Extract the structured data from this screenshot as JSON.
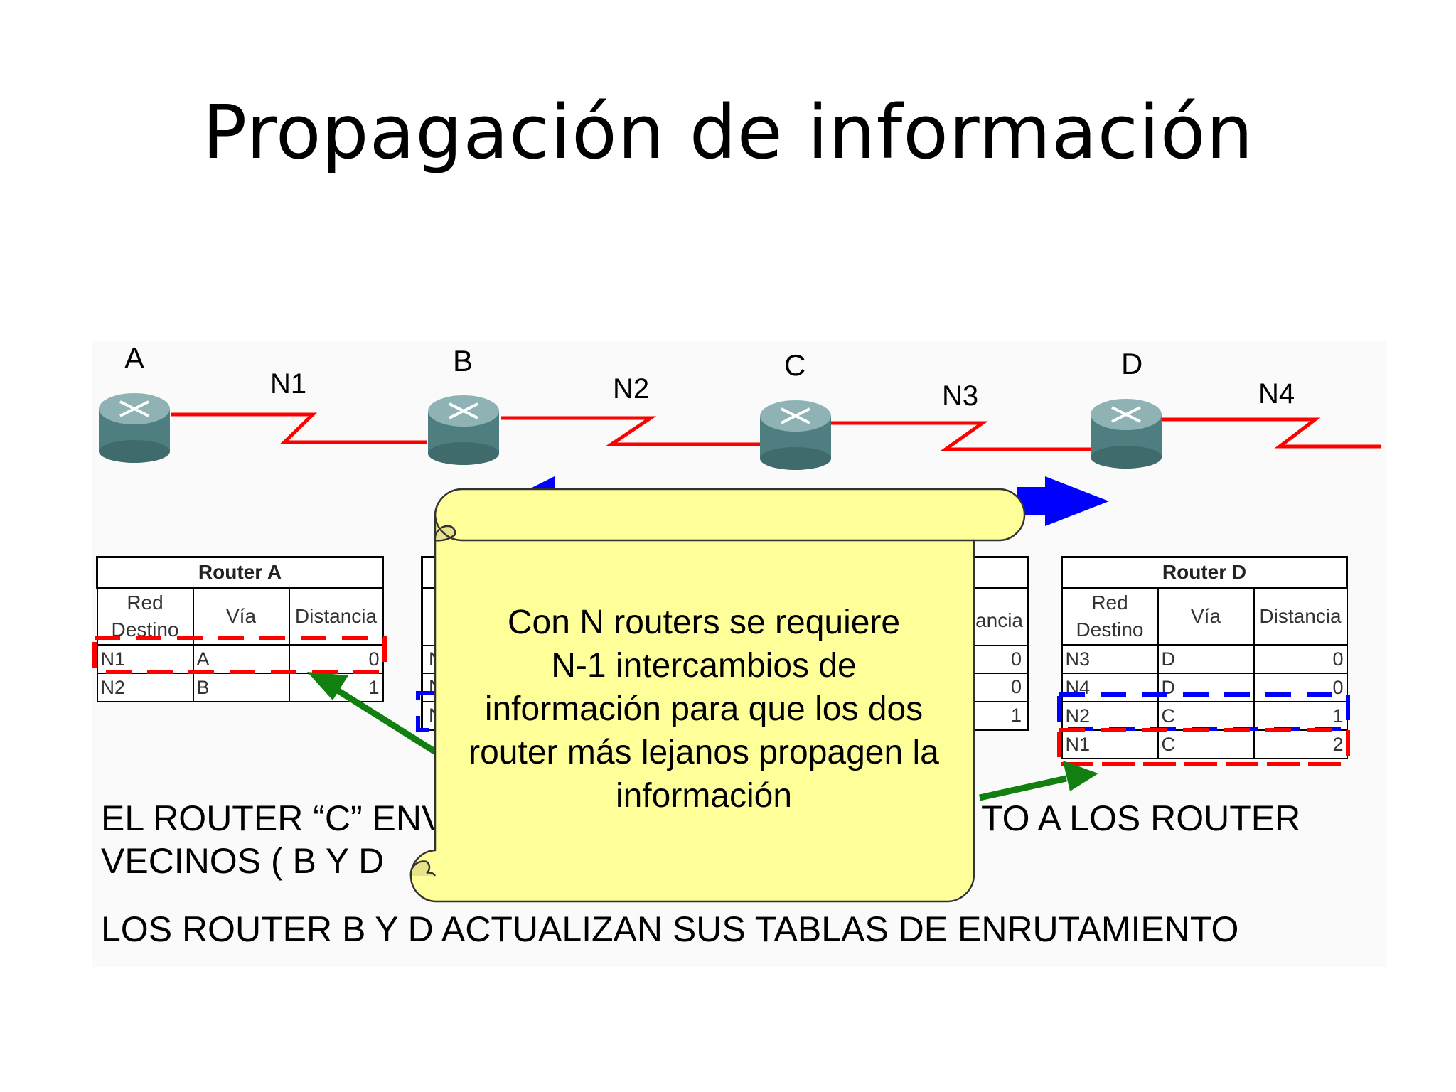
{
  "slide": {
    "title": "Propagación de información"
  },
  "routers": [
    {
      "id": "A",
      "label": "A"
    },
    {
      "id": "B",
      "label": "B"
    },
    {
      "id": "C",
      "label": "C"
    },
    {
      "id": "D",
      "label": "D"
    }
  ],
  "networks": [
    "N1",
    "N2",
    "N3",
    "N4"
  ],
  "table_headers": {
    "red": "Red",
    "destino": "Destino",
    "via": "Vía",
    "distancia": "Distancia",
    "distancia_cut": "ancia"
  },
  "router_a_table": {
    "title": "Router A",
    "rows": [
      {
        "red": "N1",
        "via": "A",
        "dist": "0"
      },
      {
        "red": "N2",
        "via": "B",
        "dist": "1"
      }
    ]
  },
  "router_b_table": {
    "rows": [
      {
        "red": "N",
        "dist": "0"
      },
      {
        "red": "N",
        "dist": "0"
      },
      {
        "red": "N",
        "dist": "1"
      }
    ]
  },
  "router_d_table": {
    "title": "Router D",
    "rows": [
      {
        "red": "N3",
        "via": "D",
        "dist": "0"
      },
      {
        "red": "N4",
        "via": "D",
        "dist": "0"
      },
      {
        "red": "N2",
        "via": "C",
        "dist": "1"
      },
      {
        "red": "N1",
        "via": "C",
        "dist": "2"
      }
    ]
  },
  "scroll_note": {
    "line1": "Con N routers se requiere",
    "line2": "N-1 intercambios de",
    "line3": "información para que los dos",
    "line4": "router más lejanos propagen la",
    "line5": "información"
  },
  "body_text": {
    "line1_left": "EL ROUTER “C” ENV",
    "line1_right": "TO A LOS ROUTER",
    "line2_left": "VECINOS ( B Y D",
    "line3": "LOS ROUTER B Y D ACTUALIZAN SUS TABLAS DE ENRUTAMIENTO"
  },
  "colors": {
    "link": "#ff0000",
    "arrow_blue": "#0000ff",
    "arrow_green": "#118011",
    "scroll": "#ffff99",
    "router": "#5f8f8f"
  }
}
